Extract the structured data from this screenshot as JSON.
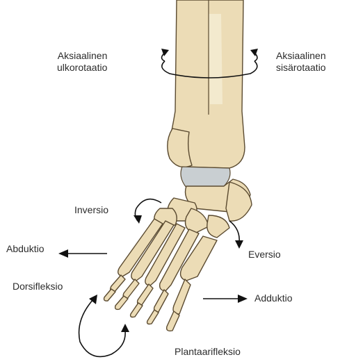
{
  "labels": {
    "external_rotation": "Aksiaalinen\nulkorotaatio",
    "internal_rotation": "Aksiaalinen\nsisärotaatio",
    "inversion": "Inversio",
    "eversion": "Eversio",
    "abduction": "Abduktio",
    "adduction": "Adduktio",
    "dorsiflexion": "Dorsifleksio",
    "plantarflexion": "Plantaarifleksio"
  },
  "colors": {
    "bone": "#ecdcb6",
    "bone_outline": "#5a4a30",
    "cartilage": "#c9cfd2",
    "arrow": "#111111",
    "text": "#2b2b2b"
  }
}
